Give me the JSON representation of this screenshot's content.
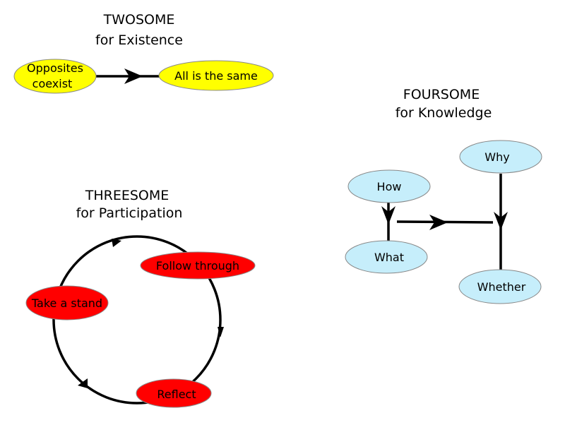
{
  "twosome": {
    "title_line1": "TWOSOME",
    "title_line2": "for Existence",
    "nodes": {
      "opposites_line1": "Opposites",
      "opposites_line2": "coexist",
      "same": "All is the same"
    },
    "fill": "#ffff00"
  },
  "threesome": {
    "title_line1": "THREESOME",
    "title_line2": "for Participation",
    "nodes": {
      "follow": "Follow through",
      "stand": "Take a stand",
      "reflect": "Reflect"
    },
    "fill": "#ff0000"
  },
  "foursome": {
    "title_line1": "FOURSOME",
    "title_line2": "for Knowledge",
    "nodes": {
      "how": "How",
      "what": "What",
      "why": "Why",
      "whether": "Whether"
    },
    "fill": "#c6eefb"
  }
}
